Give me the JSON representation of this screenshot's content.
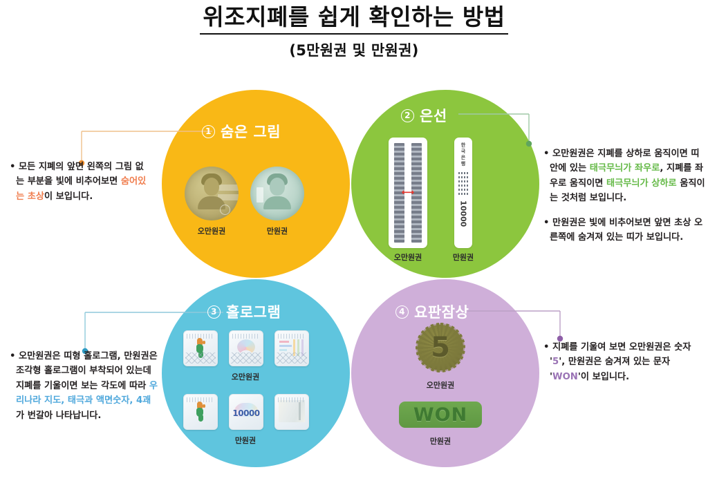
{
  "title": {
    "main": "위조지폐를 쉽게 확인하는 방법",
    "sub": "(5만원권 및 만원권)"
  },
  "denominations": {
    "fifty": "오만원권",
    "ten": "만원권"
  },
  "sections": [
    {
      "number": "①",
      "number_plain": "1",
      "heading": "숨은 그림",
      "color": "#F9B816",
      "accent": "#F07E4F",
      "text_parts": [
        {
          "t": "• 모든 지폐의 앞면 왼쪽의 그림 없는 부분을 빛에 비추어보면 ",
          "hl": false
        },
        {
          "t": "숨어있는 초상",
          "hl": true
        },
        {
          "t": "이 보입니다.",
          "hl": false
        }
      ],
      "captions": {
        "fifty": "오만원권",
        "ten": "만원권"
      }
    },
    {
      "number": "②",
      "number_plain": "2",
      "heading": "은선",
      "color": "#8CC63E",
      "accent": "#64B946",
      "bullets": [
        [
          {
            "t": "• 오만원권은 지폐를 상하로 움직이면 띠 안에 있는 ",
            "hl": false
          },
          {
            "t": "태극무늬가 좌우로",
            "hl": true
          },
          {
            "t": ", 지폐를 좌우로 움직이면 ",
            "hl": false
          },
          {
            "t": "태극무늬가 상하로",
            "hl": true
          },
          {
            "t": " 움직이는 것처럼 보입니다.",
            "hl": false
          }
        ],
        [
          {
            "t": "• 만원권은 빛에 비추어보면 앞면 초상 오른쪽에 숨겨져 있는 띠가 보입니다.",
            "hl": false
          }
        ]
      ],
      "thread_ten_label": "한국은행",
      "thread_ten_number": "10000",
      "captions": {
        "fifty": "오만원권",
        "ten": "만원권"
      }
    },
    {
      "number": "③",
      "number_plain": "3",
      "heading": "홀로그램",
      "color": "#5FC5DE",
      "accent": "#4FA8DC",
      "text_parts": [
        {
          "t": "• 오만원권은 띠형 홀로그램, 만원권은 조각형 홀로그램이 부착되어 있는데 지폐를 기울이면 보는 각도에 따라 ",
          "hl": false
        },
        {
          "t": "우리나라 지도, 태극과 액면숫자, 4괘",
          "hl": true
        },
        {
          "t": "가 번갈아 나타납니다.",
          "hl": false
        }
      ],
      "hologram_tiles_fifty": [
        "korea-map",
        "taegeuk",
        "pattern"
      ],
      "hologram_tiles_ten": [
        "korea-map",
        "10000",
        "pattern"
      ],
      "hologram_value": "10000",
      "captions": {
        "fifty": "오만원권",
        "ten": "만원권"
      }
    },
    {
      "number": "④",
      "number_plain": "4",
      "heading": "요판잠상",
      "color": "#CFAFD9",
      "accent": "#9A73B5",
      "text_parts": [
        {
          "t": "• 지폐를 기울여 보면 오만원권은 숫자 '",
          "hl": false
        },
        {
          "t": "5",
          "hl": true
        },
        {
          "t": "', 만원권은 숨겨져 있는 문자 '",
          "hl": false
        },
        {
          "t": "WON",
          "hl": true
        },
        {
          "t": "'이 보입니다.",
          "hl": false
        }
      ],
      "latent_fifty_glyph": "5",
      "latent_ten_glyph": "WON",
      "captions": {
        "fifty": "오만원권",
        "ten": "만원권"
      }
    }
  ]
}
